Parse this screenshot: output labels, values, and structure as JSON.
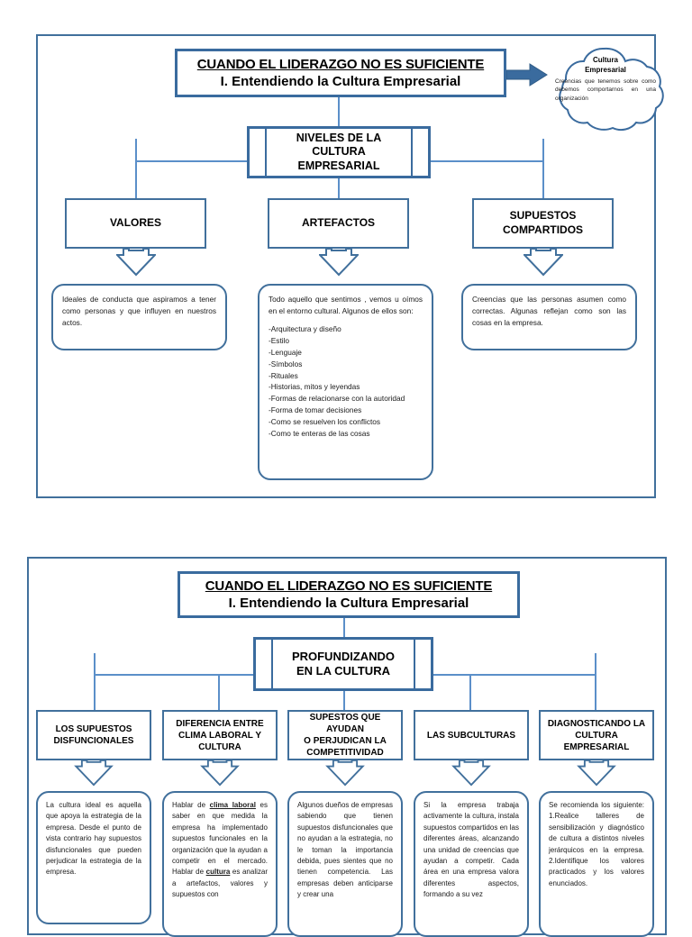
{
  "colors": {
    "border": "#41709c",
    "heavy_border": "#3a6b9e",
    "connector": "#5b8fc9",
    "text": "#1a1a1a"
  },
  "page1": {
    "title": {
      "line1": "CUANDO EL LIDERAZGO NO ES SUFICIENTE",
      "line2": "I. Entendiendo la Cultura Empresarial"
    },
    "cloud": {
      "title_line1": "Cultura",
      "title_line2": "Empresarial",
      "body": "Creencias que tenemos sobre como debemos comportarnos en una organización"
    },
    "process": {
      "line1": "NIVELES DE LA",
      "line2": "CULTURA",
      "line3": "EMPRESARIAL"
    },
    "categories": [
      {
        "label": "VALORES"
      },
      {
        "label": "ARTEFACTOS"
      },
      {
        "label_line1": "SUPUESTOS",
        "label_line2": "COMPARTIDOS"
      }
    ],
    "notes": [
      {
        "paragraphs": [
          "Ideales de conducta que aspiramos a tener como personas y que influyen en nuestros actos."
        ]
      },
      {
        "paragraphs": [
          "Todo aquello que sentimos , vemos u oímos en el entorno cultural. Algunos de ellos son:"
        ],
        "list": [
          "-Arquitectura y diseño",
          "-Estilo",
          "-Lenguaje",
          "-Símbolos",
          "-Rituales",
          "-Historias, mitos y leyendas",
          "-Formas de relacionarse con la autoridad",
          "-Forma de tomar decisiones",
          "-Como se resuelven los conflictos",
          "-Como te enteras de las cosas"
        ]
      },
      {
        "paragraphs": [
          "Creencias que las personas asumen como correctas. Algunas reflejan como son las cosas en la empresa."
        ]
      }
    ]
  },
  "page2": {
    "title": {
      "line1": "CUANDO EL LIDERAZGO NO ES SUFICIENTE",
      "line2": "I. Entendiendo la Cultura Empresarial"
    },
    "process": {
      "line1": "PROFUNDIZANDO",
      "line2": "EN LA CULTURA"
    },
    "categories": [
      {
        "line1": "LOS SUPUESTOS",
        "line2": "DISFUNCIONALES"
      },
      {
        "line1": "DIFERENCIA ENTRE",
        "line2": "CLIMA LABORAL Y",
        "line3": "CULTURA"
      },
      {
        "line1": "SUPESTOS QUE AYUDAN",
        "line2": "O PERJUDICAN LA",
        "line3": "COMPETITIVIDAD"
      },
      {
        "line1": "LAS SUBCULTURAS"
      },
      {
        "line1": "DIAGNOSTICANDO LA",
        "line2": "CULTURA",
        "line3": "EMPRESARIAL"
      }
    ],
    "notes": [
      {
        "text": "La cultura ideal es aquella que apoya la estrategia de la empresa. Desde el punto de vista contrario hay supuestos disfuncionales que pueden perjudicar la estrategia de la empresa."
      },
      {
        "segments": [
          {
            "t": "Hablar de "
          },
          {
            "t": "clima laboral",
            "b": true
          },
          {
            "t": " es saber en que medida la empresa ha implementado supuestos funcionales en la organización que la ayudan a competir en el mercado. Hablar de "
          },
          {
            "t": "cultura",
            "b": true
          },
          {
            "t": " es analizar a artefactos, valores y supuestos con"
          }
        ]
      },
      {
        "text": "Algunos dueños de empresas sabiendo que tienen supuestos disfuncionales que no ayudan a la estrategia, no le toman la importancia debida, pues sientes que no tienen competencia. Las empresas deben anticiparse y crear una"
      },
      {
        "text": "Si la empresa trabaja activamente la cultura, instala supuestos compartidos en las diferentes áreas, alcanzando una unidad de creencias que ayudan a competir. Cada área en una empresa valora diferentes aspectos, formando a su vez"
      },
      {
        "text": "Se recomienda los siguiente: 1.Realice talleres de sensibilización y diagnóstico de cultura a distintos niveles jerárquicos en la empresa. 2.Identifique los valores practicados y los valores enunciados."
      }
    ]
  }
}
